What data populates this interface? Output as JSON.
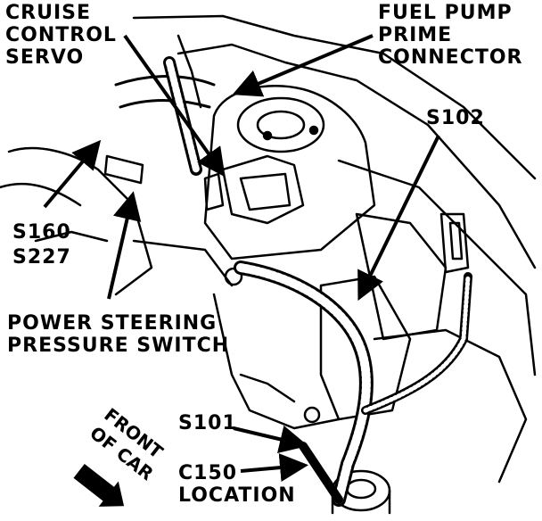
{
  "callouts": {
    "cruise_control_servo": [
      "CRUISE",
      "CONTROL",
      "SERVO"
    ],
    "fuel_pump_prime_connector": [
      "FUEL PUMP",
      "PRIME",
      "CONNECTOR"
    ],
    "s102": "S102",
    "s160": "S160",
    "s227": "S227",
    "power_steering_pressure_switch": [
      "POWER STEERING",
      "PRESSURE SWITCH"
    ],
    "s101": "S101",
    "c150_location": [
      "C150",
      "LOCATION"
    ],
    "front_of_car": [
      "FRONT",
      "OF CAR"
    ]
  },
  "colors": {
    "ink": "#000000",
    "paper": "#ffffff"
  }
}
